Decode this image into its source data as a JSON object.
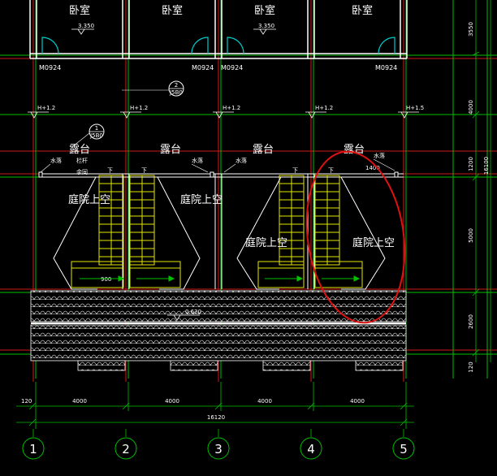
{
  "rooms_top": [
    "卧室",
    "卧室",
    "卧室",
    "卧室"
  ],
  "top_levels": [
    "3.350",
    "3.350"
  ],
  "door_tags": [
    "M0924",
    "M0924",
    "M0924",
    "M0924"
  ],
  "section_marks": [
    {
      "num": "2",
      "ref": "J5B0"
    },
    {
      "num": "1",
      "ref": "J5B0"
    }
  ],
  "elevation_marks": [
    "H+1.2",
    "H+1.2",
    "H+1.2",
    "H+1.2",
    "H+1.5"
  ],
  "terraces": [
    "露台",
    "露台",
    "露台",
    "露台"
  ],
  "drains": [
    "水落",
    "水落",
    "水落",
    "水落"
  ],
  "rail_label": "栏杆",
  "rail_sub": "余同",
  "down_marks": [
    "下",
    "下",
    "下",
    "下"
  ],
  "courtyard_void": [
    "庭院上空",
    "庭院上空",
    "庭院上空",
    "庭院上空"
  ],
  "roof_level": "0.620",
  "right_dims": [
    "3550",
    "4000",
    "1200",
    "5000",
    "2600",
    "120"
  ],
  "right_total": "16100",
  "bottom_dims": [
    "120",
    "4000",
    "4000",
    "4000",
    "4000"
  ],
  "bottom_total": "16120",
  "axes": [
    "1",
    "2",
    "3",
    "4",
    "5"
  ],
  "small_dim": "1400",
  "stair_dim": "900",
  "colors": {
    "background": "#000000",
    "grid_green": "#00c000",
    "axis_red": "#d01818",
    "wall_white": "#ffffff",
    "stair_yellow": "#e6e600",
    "door_cyan": "#00cccc",
    "highlight_red": "#dd1111"
  }
}
